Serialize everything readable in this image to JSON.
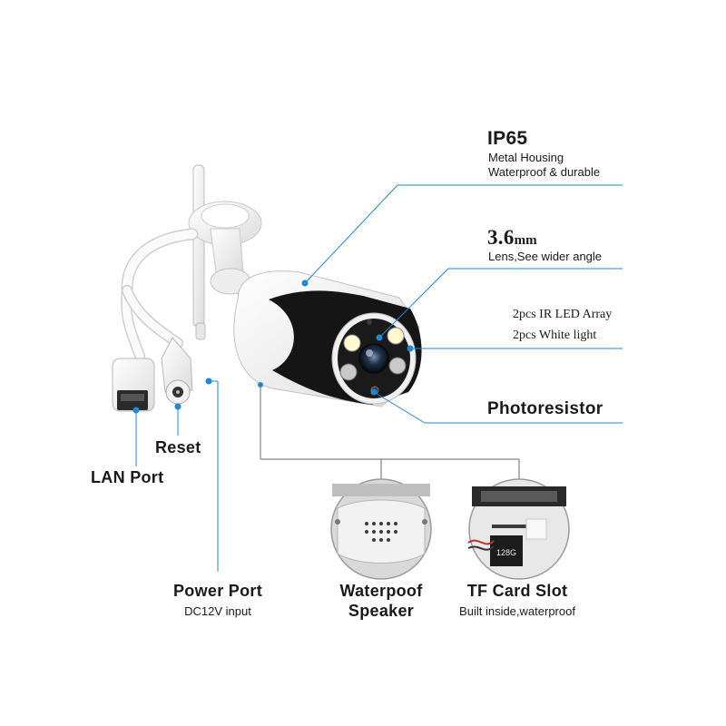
{
  "colors": {
    "leader_line": "#1e88d8",
    "connector_line": "#6a6a6a",
    "camera_body": "#f4f4f4",
    "camera_band": "#151515",
    "led_white": "#fff8d0",
    "led_ir": "#c9c9c9"
  },
  "labels": {
    "ip65_title": "IP65",
    "ip65_line1": "Metal Housing",
    "ip65_line2": "Waterproof & durable",
    "lens_value": "3.6",
    "lens_unit": "mm",
    "lens_desc": "Lens,See wider angle",
    "ir_led": "2pcs IR LED Array",
    "white_light": "2pcs White light",
    "photoresistor": "Photoresistor",
    "lan_port": "LAN Port",
    "reset": "Reset",
    "power_port": "Power Port",
    "power_desc": "DC12V input",
    "speaker_line1": "Waterpoof",
    "speaker_line2": "Speaker",
    "tf_title": "TF Card Slot",
    "tf_desc": "Built inside,waterproof",
    "sd_card_text": "128G"
  }
}
